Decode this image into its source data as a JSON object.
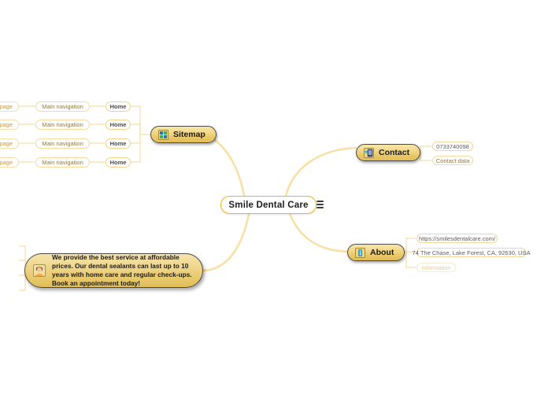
{
  "app": {
    "type": "mindmap",
    "background": "#ffffff",
    "accent": "#f0b323",
    "node_fill": "#edce79",
    "line_color": "#f6d99a"
  },
  "root": {
    "label": "Smile Dental Care",
    "menu_icon": "hamburger-icon"
  },
  "branches": [
    {
      "id": "sitemap",
      "label": "Sitemap",
      "icon": "sitemap-grid-icon",
      "children": [
        {
          "label": "Home",
          "sub": [
            {
              "label": "Main navigation",
              "sub": [
                {
                  "label": "Subpage"
                }
              ]
            }
          ]
        },
        {
          "label": "Home",
          "sub": [
            {
              "label": "Main navigation",
              "sub": [
                {
                  "label": "Subpage"
                }
              ]
            }
          ]
        },
        {
          "label": "Home",
          "sub": [
            {
              "label": "Main navigation",
              "sub": [
                {
                  "label": "Subpage"
                }
              ]
            }
          ]
        },
        {
          "label": "Home",
          "sub": [
            {
              "label": "Main navigation",
              "sub": [
                {
                  "label": "Subpage"
                }
              ]
            }
          ]
        }
      ]
    },
    {
      "id": "contact",
      "label": "Contact",
      "icon": "mobile-phone-icon",
      "children": [
        {
          "label": "0733740098",
          "style": "data"
        },
        {
          "label": "Contact data",
          "style": "semi"
        }
      ]
    },
    {
      "id": "about",
      "label": "About",
      "icon": "info-icon",
      "children": [
        {
          "label": "https://smilesdentalcare.com/",
          "style": "data"
        },
        {
          "label": "74 The Chase, Lake Forest, CA, 92630, USA",
          "style": "data"
        },
        {
          "label": "Information",
          "style": "faint"
        }
      ]
    }
  ],
  "callout": {
    "icon": "person-avatar-icon",
    "text": "We provide the best service at affordable prices. Our dental sealants can last up to 10 years with home care and regular check-ups. Book an appointment today!"
  },
  "grid_labels": {
    "home": "Home",
    "main_navigation": "Main navigation",
    "subpage": "Subpage"
  }
}
